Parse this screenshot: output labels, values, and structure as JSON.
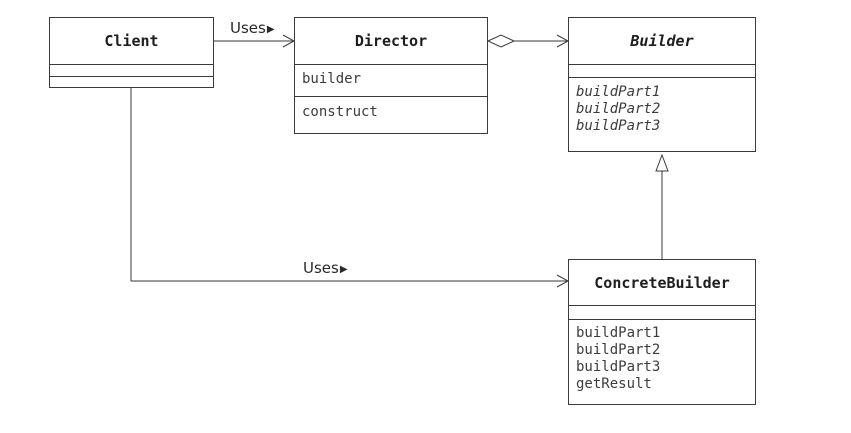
{
  "classes": {
    "client": {
      "name": "Client",
      "attributes": [],
      "methods": []
    },
    "director": {
      "name": "Director",
      "attributes": [
        "builder"
      ],
      "methods": [
        "construct"
      ]
    },
    "builder": {
      "name": "Builder",
      "abstract": true,
      "attributes": [],
      "methods": [
        "buildPart1",
        "buildPart2",
        "buildPart3"
      ]
    },
    "concrete_builder": {
      "name": "ConcreteBuilder",
      "attributes": [],
      "methods": [
        "buildPart1",
        "buildPart2",
        "buildPart3",
        "getResult"
      ]
    }
  },
  "relations": {
    "client_director": {
      "type": "association",
      "label": "Uses"
    },
    "client_concrete": {
      "type": "association",
      "label": "Uses"
    },
    "director_builder": {
      "type": "aggregation",
      "label": ""
    },
    "concrete_builder_inherits": {
      "type": "generalization",
      "label": ""
    }
  },
  "colors": {
    "line": "#3a3a3a",
    "text": "#2a2a2a",
    "background": "#ffffff"
  }
}
